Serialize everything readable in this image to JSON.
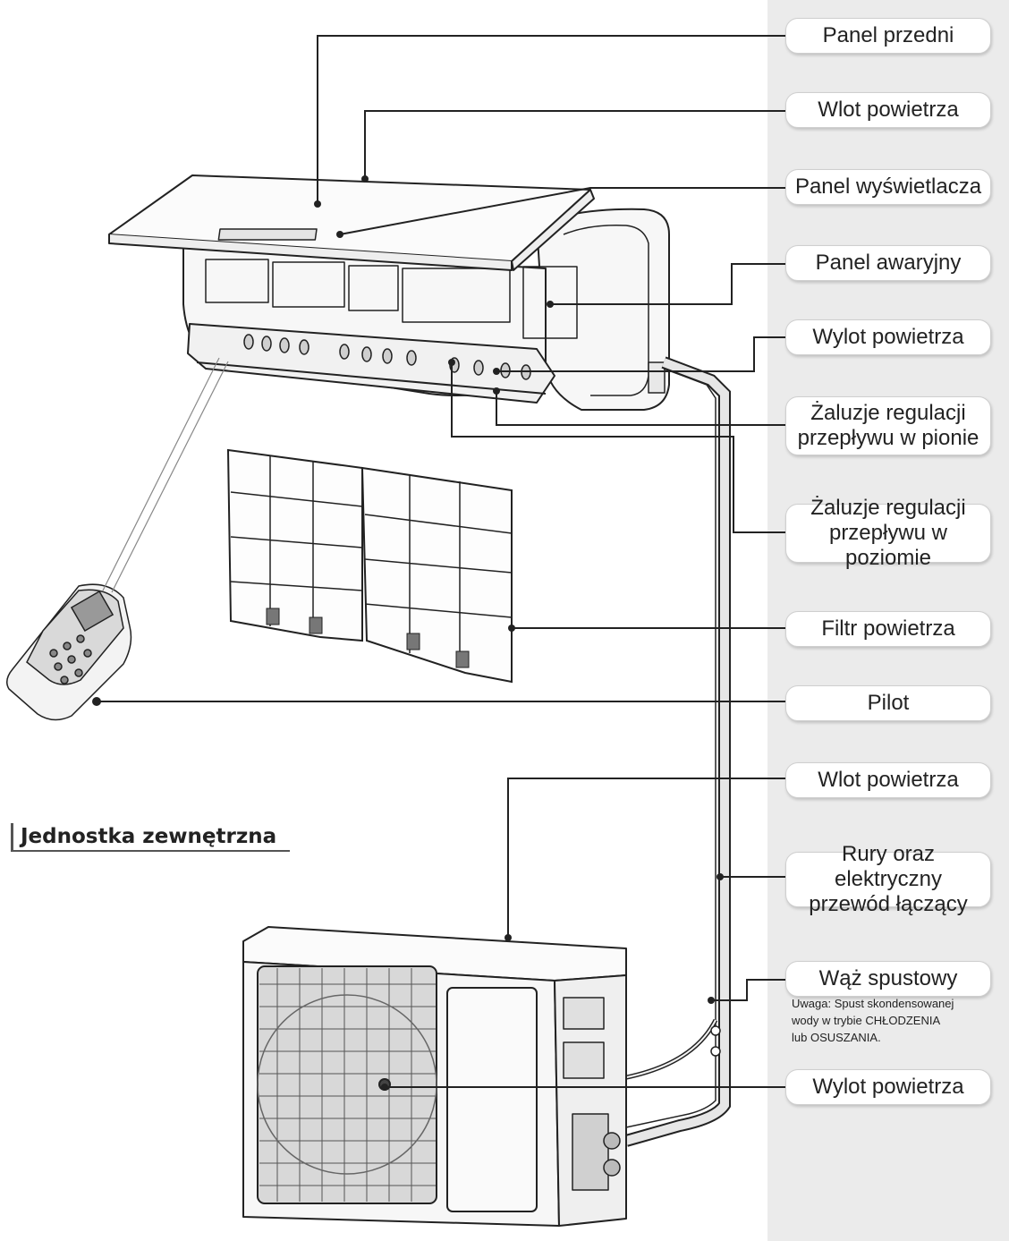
{
  "labels": {
    "front_panel": "Panel przedni",
    "air_inlet": "Wlot powietrza",
    "display_panel": "Panel wyświetlacza",
    "emergency_panel": "Panel awaryjny",
    "air_outlet": "Wylot powietrza",
    "vertical_louvers": [
      "Żaluzje regulacji",
      "przepływu w pionie"
    ],
    "horizontal_louvers": [
      "Żaluzje regulacji",
      "przepływu w poziomie"
    ],
    "air_filter": "Filtr powietrza",
    "remote": "Pilot",
    "outdoor_air_inlet": "Wlot powietrza",
    "pipes": [
      "Rury oraz elektryczny",
      "przewód łączący"
    ],
    "drain_hose": "Wąż spustowy",
    "drain_note": [
      "Uwaga: Spust skondensowanej",
      "wody w trybie CHŁODZENIA",
      "lub OSUSZANIA."
    ],
    "outdoor_air_outlet": "Wylot powietrza"
  },
  "section_heading": "Jednostka zewnętrzna",
  "colors": {
    "line": "#222222",
    "label_border": "#cfcfcf",
    "sidebar": "#ebebeb",
    "unit_fill": "#f7f7f7"
  }
}
